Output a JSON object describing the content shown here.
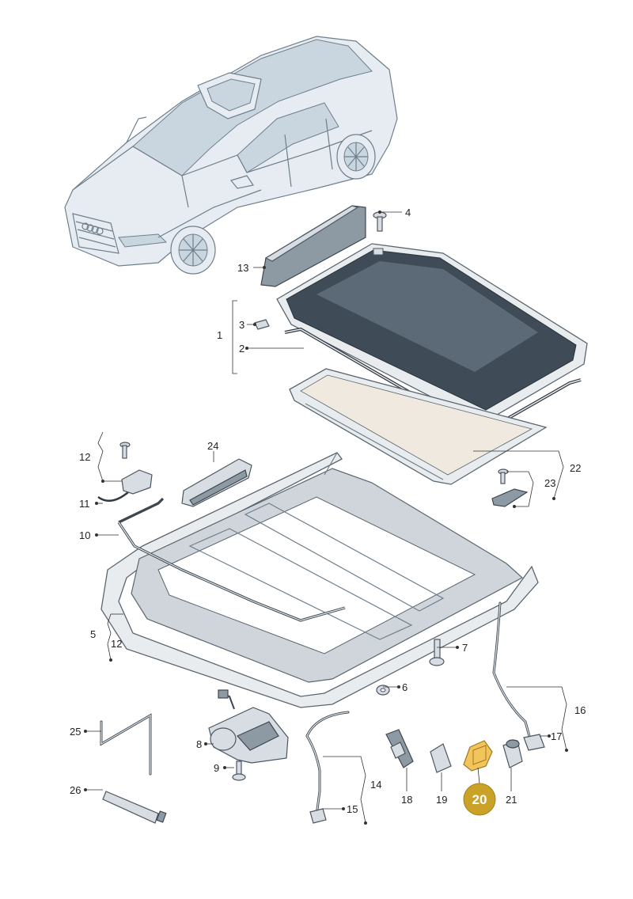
{
  "callouts": {
    "c1": "1",
    "c2": "2",
    "c3": "3",
    "c4": "4",
    "c5": "5",
    "c6": "6",
    "c7": "7",
    "c8": "8",
    "c9": "9",
    "c10": "10",
    "c11": "11",
    "c12a": "12",
    "c12b": "12",
    "c13": "13",
    "c14": "14",
    "c15": "15",
    "c16": "16",
    "c17": "17",
    "c18": "18",
    "c19": "19",
    "c21": "21",
    "c22": "22",
    "c23": "23",
    "c24": "24",
    "c25": "25",
    "c26": "26"
  },
  "highlight": {
    "label": "20",
    "color": "#c9a227"
  }
}
